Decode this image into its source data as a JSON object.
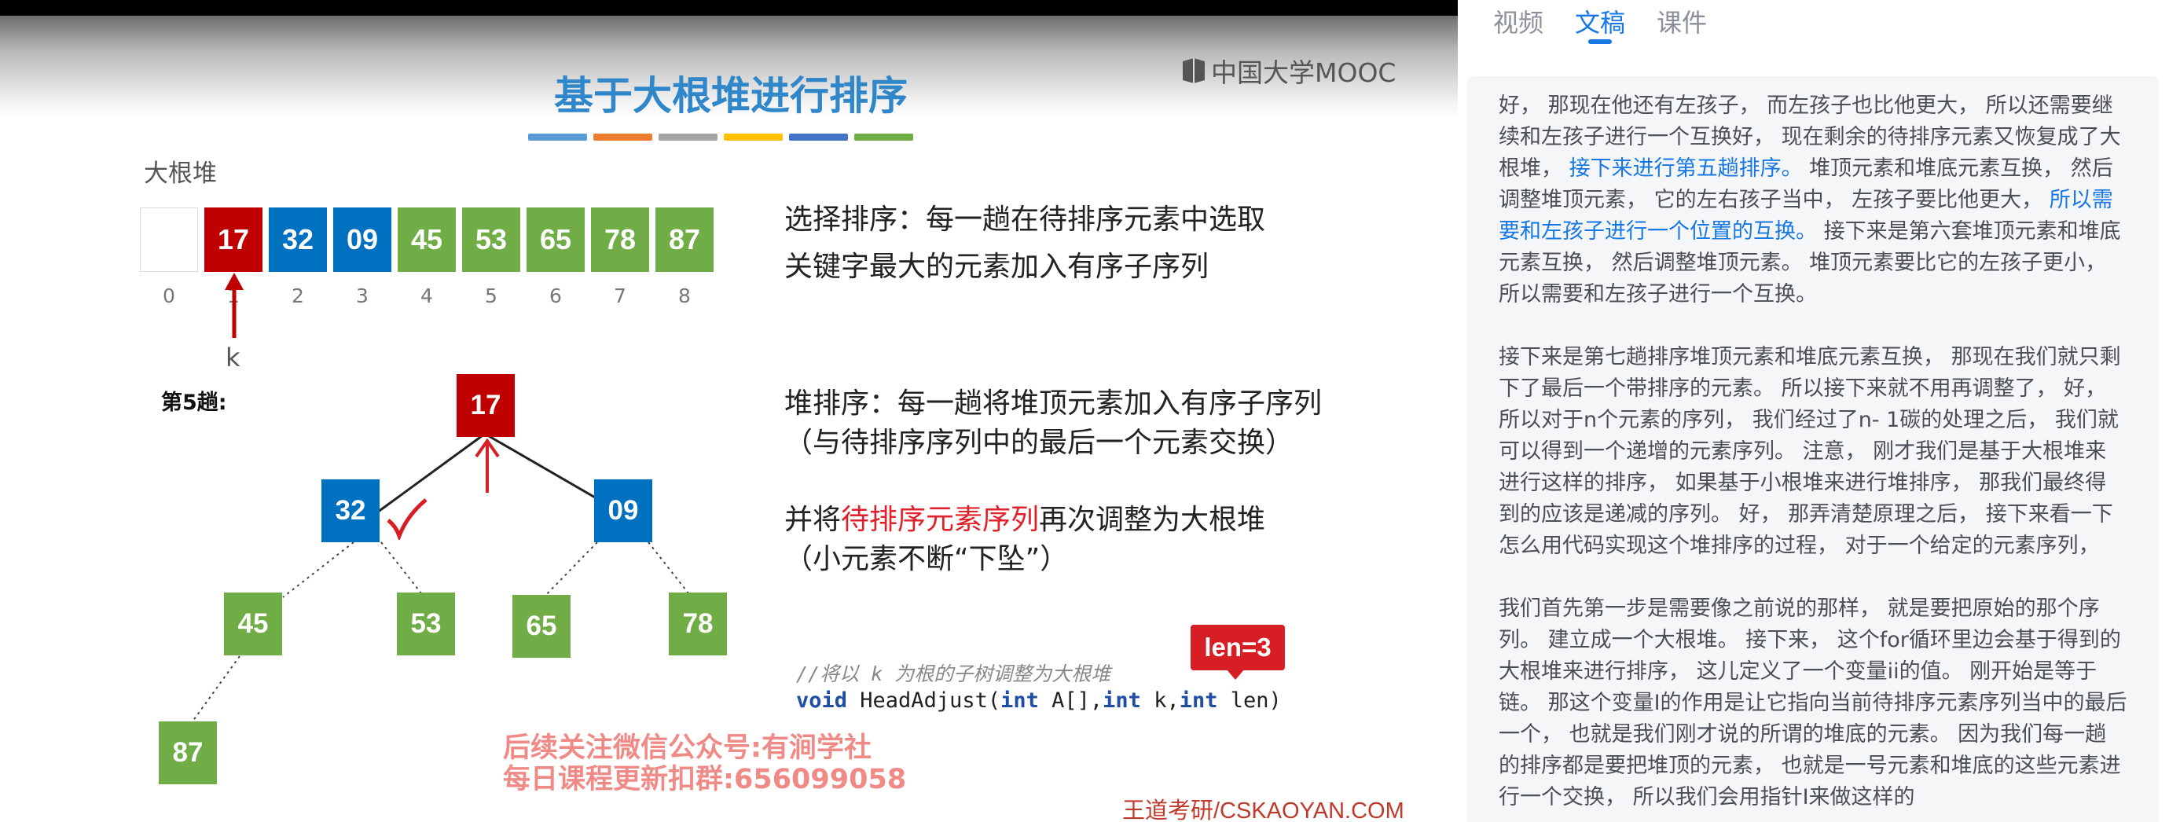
{
  "slide": {
    "title": "基于大根堆进行排序",
    "logo_text": "中国大学MOOC",
    "color_bar": [
      "#5b9bd5",
      "#ed7d31",
      "#a5a5a5",
      "#ffc000",
      "#4472c4",
      "#70ad47"
    ],
    "heap_label": "大根堆",
    "array": {
      "cells": [
        {
          "value": "",
          "color": "empty"
        },
        {
          "value": "17",
          "color": "#c00000"
        },
        {
          "value": "32",
          "color": "#0070c0"
        },
        {
          "value": "09",
          "color": "#0070c0"
        },
        {
          "value": "45",
          "color": "#70ad47"
        },
        {
          "value": "53",
          "color": "#70ad47"
        },
        {
          "value": "65",
          "color": "#70ad47"
        },
        {
          "value": "78",
          "color": "#70ad47"
        },
        {
          "value": "87",
          "color": "#70ad47"
        }
      ],
      "indices": [
        "0",
        "1",
        "2",
        "3",
        "4",
        "5",
        "6",
        "7",
        "8"
      ],
      "pointer_label": "k"
    },
    "round_label": "第5趟:",
    "tree": {
      "root": "17",
      "left": "32",
      "right": "09",
      "ll": "45",
      "lr": "53",
      "rl": "65",
      "rr": "78",
      "lll": "87"
    },
    "select_sort": {
      "line1": "选择排序：每一趟在待排序元素中选取",
      "line2": "关键字最大的元素加入有序子序列"
    },
    "heap_sort": {
      "line1": "堆排序：每一趟将堆顶元素加入有序子序列",
      "line2": "（与待排序序列中的最后一个元素交换）",
      "line3_prefix": "并将",
      "line3_highlight": "待排序元素序列",
      "line3_suffix": "再次调整为大根堆",
      "line4": "（小元素不断“下坠”）"
    },
    "code": {
      "comment": "//将以 k 为根的子树调整为大根堆",
      "kw_void": "void",
      "fn": " HeadAdjust(",
      "kw_int1": "int",
      "p1": " A[],",
      "kw_int2": "int",
      "p2": " k,",
      "kw_int3": "int",
      "p3": " len)"
    },
    "len_badge": "len=3",
    "watermark_line1": "后续关注微信公众号:有涧学社",
    "watermark_line2": "每日课程更新扣群:656099058",
    "source": "王道考研/CSKAOYAN.COM"
  },
  "panel": {
    "tabs": [
      "视频",
      "文稿",
      "课件"
    ],
    "active_tab": "文稿",
    "paragraphs": [
      {
        "segments": [
          {
            "text": "好， 那现在他还有左孩子， 而左孩子也比他更大， 所以还需要继续和左孩子进行一个互换好， 现在剩余的待排序元素又恢复成了大根堆， ",
            "hl": false
          },
          {
            "text": "接下来进行第五趟排序。",
            "hl": true
          },
          {
            "text": " 堆顶元素和堆底元素互换， 然后调整堆顶元素， 它的左右孩子当中， 左孩子要比他更大， ",
            "hl": false
          },
          {
            "text": "所以需要和左孩子进行一个位置的互换。",
            "hl": true
          },
          {
            "text": " 接下来是第六套堆顶元素和堆底元素互换， 然后调整堆顶元素。 堆顶元素要比它的左孩子更小， 所以需要和左孩子进行一个互换。",
            "hl": false
          }
        ]
      },
      {
        "segments": [
          {
            "text": "接下来是第七趟排序堆顶元素和堆底元素互换， 那现在我们就只剩下了最后一个带排序的元素。 所以接下来就不用再调整了， 好， 所以对于n个元素的序列， 我们经过了n- 1碳的处理之后， 我们就可以得到一个递增的元素序列。 注意， 刚才我们是基于大根堆来进行这样的排序， 如果基于小根堆来进行堆排序， 那我们最终得到的应该是递减的序列。 好， 那弄清楚原理之后， 接下来看一下怎么用代码实现这个堆排序的过程， 对于一个给定的元素序列，",
            "hl": false
          }
        ]
      },
      {
        "segments": [
          {
            "text": "我们首先第一步是需要像之前说的那样， 就是要把原始的那个序列。 建立成一个大根堆。 接下来， 这个for循环里边会基于得到的大根堆来进行排序， 这儿定义了一个变量ii的值。 刚开始是等于链。 那这个变量I的作用是让它指向当前待排序元素序列当中的最后一个， 也就是我们刚才说的所谓的堆底的元素。 因为我们每一趟的排序都是要把堆顶的元素， 也就是一号元素和堆底的这些元素进行一个交换， 所以我们会用指针I来做这样的",
            "hl": false
          }
        ]
      }
    ]
  }
}
